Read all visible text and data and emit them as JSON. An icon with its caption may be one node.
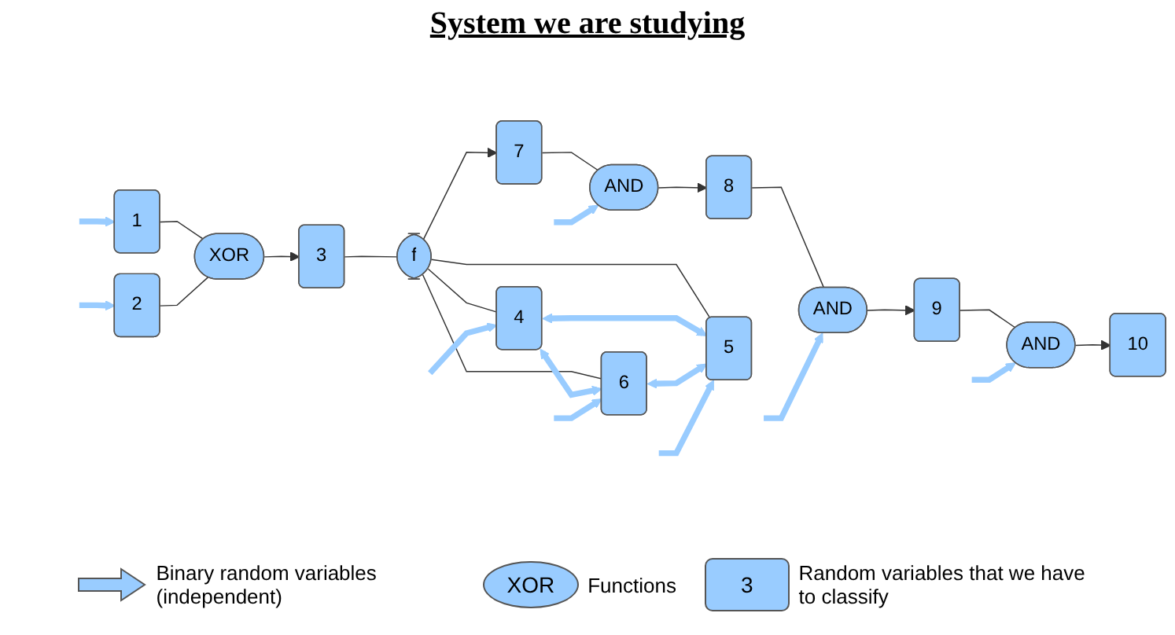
{
  "diagram": {
    "title": "System we are studying",
    "nodes": [
      {
        "text": [
          "3"
        ]
      },
      {
        "text": [
          "f"
        ]
      },
      {
        "text": [
          "7"
        ]
      },
      {
        "text": [
          "AND"
        ]
      },
      {
        "text": [
          "XOR"
        ]
      },
      {
        "text": [
          "8"
        ]
      },
      {
        "text": [
          "5"
        ]
      },
      {
        "text": [
          "AND"
        ]
      },
      {
        "text": [
          "9"
        ]
      },
      {
        "text": [
          "AND"
        ]
      },
      {
        "text": [
          "1"
        ]
      },
      {
        "text": [
          "2"
        ]
      },
      {
        "text": [
          "4"
        ]
      },
      {
        "text": [
          "6"
        ]
      },
      {
        "text": [
          "10"
        ]
      }
    ],
    "edges": [
      {
        "from": 10,
        "to": 4,
        "arrow": "none"
      },
      {
        "from": 11,
        "to": 4,
        "arrow": "none"
      },
      {
        "from": 4,
        "to": 0,
        "arrow": "to"
      },
      {
        "from": 0,
        "to": 1,
        "arrow": "none"
      },
      {
        "from": 1,
        "to": 2,
        "arrow": "to"
      },
      {
        "from": 1,
        "to": 12,
        "arrow": "none"
      },
      {
        "from": 1,
        "to": 6,
        "arrow": "none"
      },
      {
        "from": 1,
        "to": 13,
        "arrow": "none"
      },
      {
        "from": 2,
        "to": 3,
        "arrow": "none"
      },
      {
        "from": 3,
        "to": 5,
        "arrow": "to"
      },
      {
        "from": 5,
        "to": 7,
        "arrow": "none"
      },
      {
        "from": 7,
        "to": 8,
        "arrow": "to"
      },
      {
        "from": 8,
        "to": 9,
        "arrow": "none"
      },
      {
        "from": 9,
        "to": 14,
        "arrow": "to"
      },
      {
        "from": 12,
        "to": 13,
        "arrow": "both",
        "style": "thick",
        "color": "#99ccff"
      },
      {
        "from": 12,
        "to": 6,
        "arrow": "both",
        "style": "thick",
        "color": "#99ccff"
      },
      {
        "from": 13,
        "to": 6,
        "arrow": "both",
        "style": "thick",
        "color": "#99ccff"
      },
      {
        "from": null,
        "to": 10,
        "arrow": "to",
        "style": "thick",
        "color": "#99ccff"
      },
      {
        "from": null,
        "to": 11,
        "arrow": "to",
        "style": "thick",
        "color": "#99ccff"
      },
      {
        "from": null,
        "to": 6,
        "arrow": "to",
        "style": "thick",
        "color": "#99ccff"
      },
      {
        "from": null,
        "to": 12,
        "arrow": "to",
        "style": "thick",
        "color": "#99ccff"
      },
      {
        "from": null,
        "to": 13,
        "arrow": "to",
        "style": "thick",
        "color": "#99ccff"
      },
      {
        "from": null,
        "to": 3,
        "arrow": "to",
        "style": "thick",
        "color": "#99ccff"
      },
      {
        "from": null,
        "to": 7,
        "arrow": "to",
        "style": "thick",
        "color": "#99ccff"
      },
      {
        "from": null,
        "to": 9,
        "arrow": "to",
        "style": "thick",
        "color": "#99ccff"
      }
    ],
    "labels": [
      "XOR",
      "3"
    ],
    "legend": [
      {
        "text": "Binary random variables (independent)"
      },
      {
        "text": "Functions"
      },
      {
        "text": "Random variables that we have to classify"
      }
    ]
  }
}
